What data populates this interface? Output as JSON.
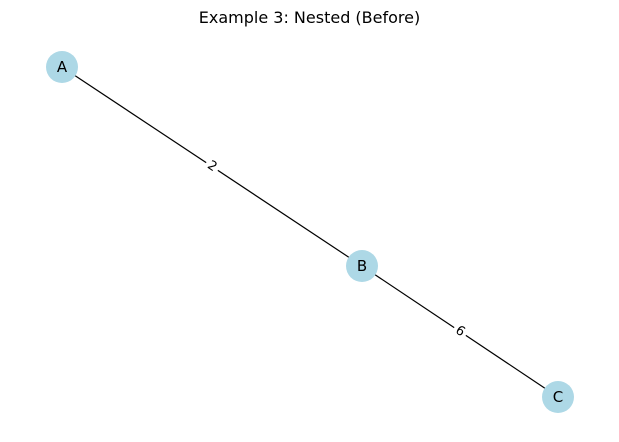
{
  "title": "Example 3: Nested (Before)",
  "colors": {
    "node_fill": "#add8e6",
    "edge": "#000000",
    "label_bg": "#ffffff"
  },
  "nodes": [
    {
      "id": "A",
      "label": "A"
    },
    {
      "id": "B",
      "label": "B"
    },
    {
      "id": "C",
      "label": "C"
    }
  ],
  "edges": [
    {
      "source": "A",
      "target": "B",
      "weight": "2"
    },
    {
      "source": "B",
      "target": "C",
      "weight": "6"
    }
  ]
}
